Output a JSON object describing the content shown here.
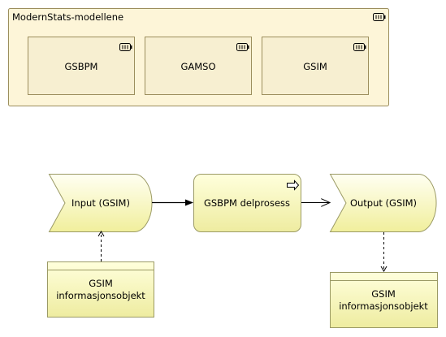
{
  "group": {
    "title": "ModernStats-modellene",
    "icon": "component-icon",
    "models": [
      {
        "label": "GSBPM",
        "icon": "component-icon"
      },
      {
        "label": "GAMSO",
        "icon": "component-icon"
      },
      {
        "label": "GSIM",
        "icon": "component-icon"
      }
    ]
  },
  "flow": {
    "input": {
      "label": "Input (GSIM)"
    },
    "process": {
      "label": "GSBPM delprosess",
      "icon": "process-arrow-icon"
    },
    "output": {
      "label": "Output (GSIM)"
    }
  },
  "data_objects": [
    {
      "line1": "GSIM",
      "line2": "informasjonsobjekt"
    },
    {
      "line1": "GSIM",
      "line2": "informasjonsobjekt"
    }
  ],
  "colors": {
    "group_fill": "#fdf5d8",
    "group_border": "#9c8e5d",
    "model_fill": "#f7efd1",
    "element_fill_light": "#ffffe0",
    "element_fill_dark": "#f1ef9c",
    "element_border": "#9b9a65"
  }
}
